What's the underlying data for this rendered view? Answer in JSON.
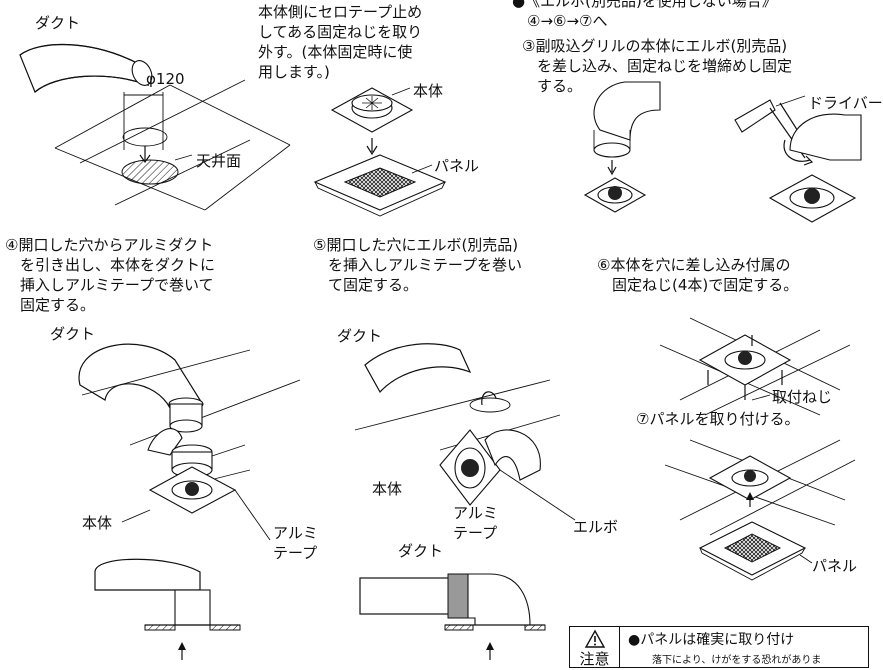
{
  "fig_top_left": {
    "duct_label": "ダクト",
    "diameter_label": "φ120",
    "ceiling_label": "天井面"
  },
  "fig_top_middle": {
    "intro_text": "本体側にセロテープ止め\nしてある固定ねじを取り\n外す。(本体固定時に使\n用します。)",
    "body_label": "本体",
    "panel_label": "パネル"
  },
  "fig_top_right": {
    "heading": "●《エルボ(別売品)を使用しない場合》\n　④→⑥→⑦へ",
    "step3_text": "③副吸込グリルの本体にエルボ(別売品)\n　を差し込み、固定ねじを増締めし固定\n　する。",
    "screwdriver_label": "ドライバー"
  },
  "step4": {
    "text": "④開口した穴からアルミダクト\n　を引き出し、本体をダクトに\n　挿入しアルミテープで巻いて\n　固定する。",
    "duct_label": "ダクト",
    "body_label": "本体",
    "tape_label": "アルミ\nテープ"
  },
  "step5": {
    "text": "⑤開口した穴にエルボ(別売品)\n　を挿入しアルミテープを巻い\n　て固定する。",
    "duct_label_top": "ダクト",
    "body_label": "本体",
    "tape_label": "アルミ\nテープ",
    "elbow_label": "エルボ",
    "duct_label_bottom": "ダクト"
  },
  "step6": {
    "text": "⑥本体を穴に差し込み付属の\n　固定ねじ(4本)で固定する。",
    "screw_label": "取付ねじ"
  },
  "step7": {
    "text": "⑦パネルを取り付ける。",
    "panel_label": "パネル"
  },
  "caution": {
    "icon": "warning-triangle-icon",
    "title": "注意",
    "main": "●パネルは確実に取り付け",
    "sub": "落下により、けがをする恐れがありま"
  }
}
